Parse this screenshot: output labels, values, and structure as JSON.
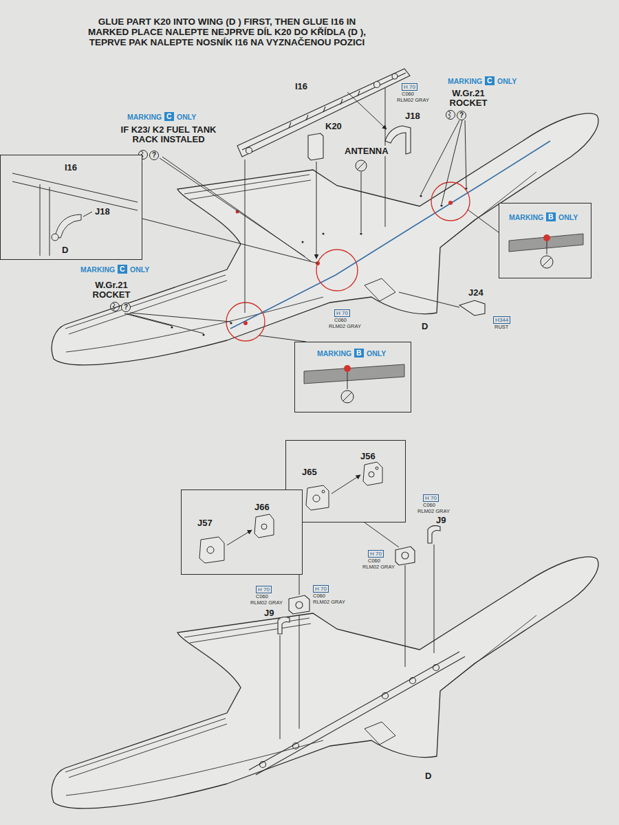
{
  "diagram": {
    "title": "GLUE PART K20 INTO WING (D ) FIRST, THEN GLUE I16 IN MARKED PLACE NALEPTE NEJPRVE DÍL K20 DO KŘÍDLA (D ), TEPRVE PAK NALEPTE NOSNÍK I16 NA VYZNAČENOU POZICI",
    "nodes": [
      {
        "text": [
          "I16",
          "J18",
          "D"
        ]
      },
      {
        "text": [
          "MARKING",
          "B",
          "ONLY"
        ]
      },
      {
        "text": [
          "MARKING",
          "B",
          "ONLY"
        ]
      },
      {
        "text": [
          "J56",
          "J65"
        ]
      },
      {
        "text": [
          "J66",
          "J57"
        ]
      }
    ],
    "labels": [
      "I16",
      "H 70",
      "C060",
      "RLM02 GRAY",
      "J18",
      "MARKING",
      "C",
      "ONLY",
      "W.Gr.21 ROCKET",
      "?",
      "K20",
      "MARKING",
      "C",
      "ONLY",
      "IF K23/ K2 FUEL TANK RACK INSTALED",
      "?",
      "ANTENNA",
      "MARKING",
      "C",
      "ONLY",
      "W.Gr.21 ROCKET",
      "?",
      "H 70",
      "C060",
      "RLM02 GRAY",
      "J24",
      "H344",
      "RUST",
      "D",
      "H 70",
      "C060",
      "RLM02 GRAY",
      "J9",
      "H 70",
      "C060",
      "RLM02 GRAY",
      "H 70",
      "C060",
      "RLM02 GRAY",
      "H 70",
      "C060",
      "RLM02 GRAY",
      "J9",
      "D"
    ]
  }
}
